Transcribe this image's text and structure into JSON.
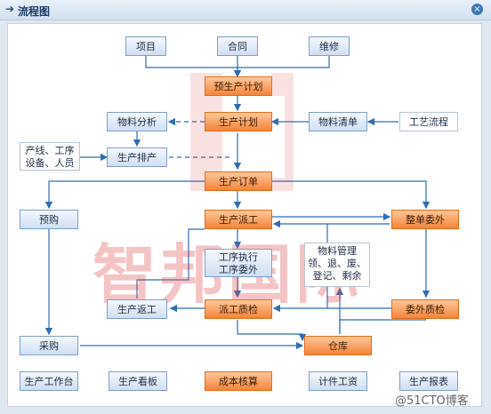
{
  "window": {
    "title": "流程图",
    "close_glyph": "×"
  },
  "nodes": {
    "xiangmu": "项目",
    "hetong": "合同",
    "weixiu": "维修",
    "yushengchan": "预生产计划",
    "wuliaofenxi": "物料分析",
    "shengchanjihua": "生产计划",
    "wuliaoqingdan": "物料清单",
    "gongyiliucheng": "工艺流程",
    "chanxian_line1": "产线、工序",
    "chanxian_line2": "设备、人员",
    "shengchanpaichan": "生产排产",
    "shengchandingdan": "生产订单",
    "yugou": "预购",
    "shengchanpaigong": "生产派工",
    "zhengdanweiwai": "整单委外",
    "gongxu_line1": "工序执行",
    "gongxu_line2": "工序委外",
    "wuliaoguanli_line1": "物料管理",
    "wuliaoguanli_line2": "领、退、废、",
    "wuliaoguanli_line3": "登记、剩余",
    "shengchanfangong": "生产返工",
    "paigongzhijian": "派工质检",
    "weiwaizhijian": "委外质检",
    "caigou": "采购",
    "cangku": "仓库",
    "gongzuotai": "生产工作台",
    "kanban": "生产看板",
    "chengben": "成本核算",
    "jijian": "计件工资",
    "baobiao": "生产报表"
  },
  "watermark": {
    "text": "智邦国际",
    "site": "@51CTO博客"
  },
  "colors": {
    "accent_orange": "#f3843a",
    "node_blue_border": "#7f9fc8",
    "line_blue": "#2f6db3"
  }
}
